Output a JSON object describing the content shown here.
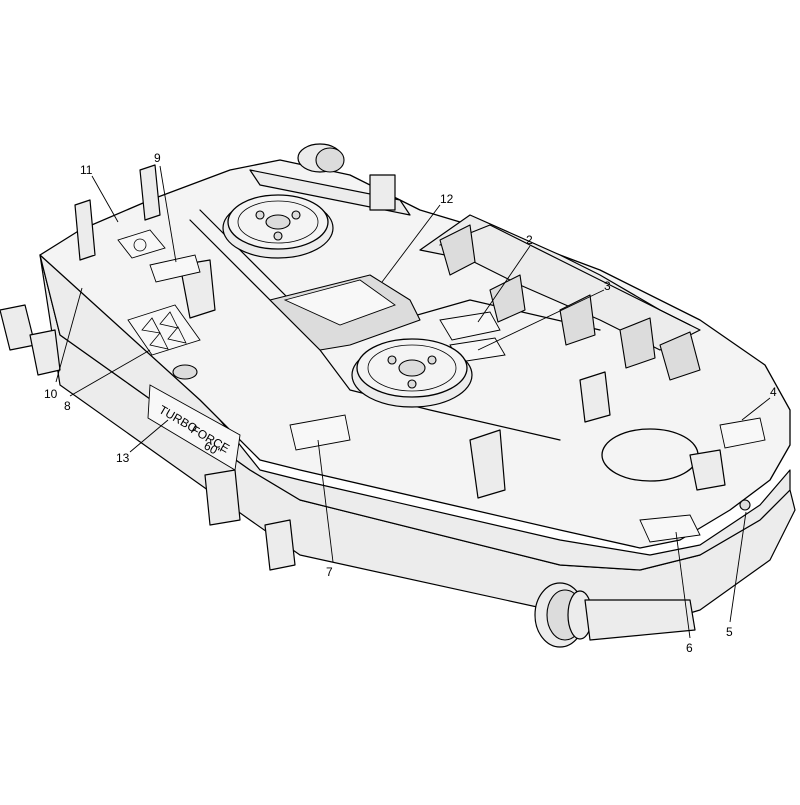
{
  "callouts": {
    "c1": "11",
    "c2": "9",
    "c3": "12",
    "c4": "2",
    "c5": "3",
    "c6": "4",
    "c7": "10",
    "c8": "8",
    "c9": "13",
    "c10": "7",
    "c11": "6",
    "c12": "5"
  },
  "deck_brand": {
    "word1": "TURBO",
    "word2": "FORCE",
    "size": "60\""
  }
}
